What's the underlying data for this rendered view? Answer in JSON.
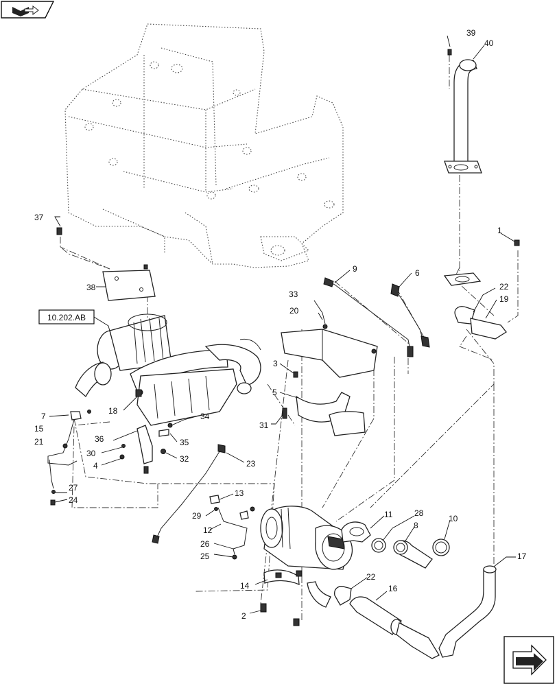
{
  "reference_label": "10.202.AB",
  "callouts": [
    "1",
    "2",
    "3",
    "4",
    "5",
    "6",
    "7",
    "8",
    "9",
    "10",
    "11",
    "12",
    "13",
    "14",
    "15",
    "16",
    "17",
    "18",
    "19",
    "20",
    "21",
    "22",
    "23",
    "24",
    "25",
    "26",
    "27",
    "28",
    "29",
    "30",
    "31",
    "32",
    "33",
    "34",
    "35",
    "36",
    "37",
    "38",
    "39",
    "40"
  ],
  "callout_22b": "22",
  "icons": {
    "top_left": "book-arrow-icon",
    "bottom_right": "next-page-arrow-icon"
  }
}
